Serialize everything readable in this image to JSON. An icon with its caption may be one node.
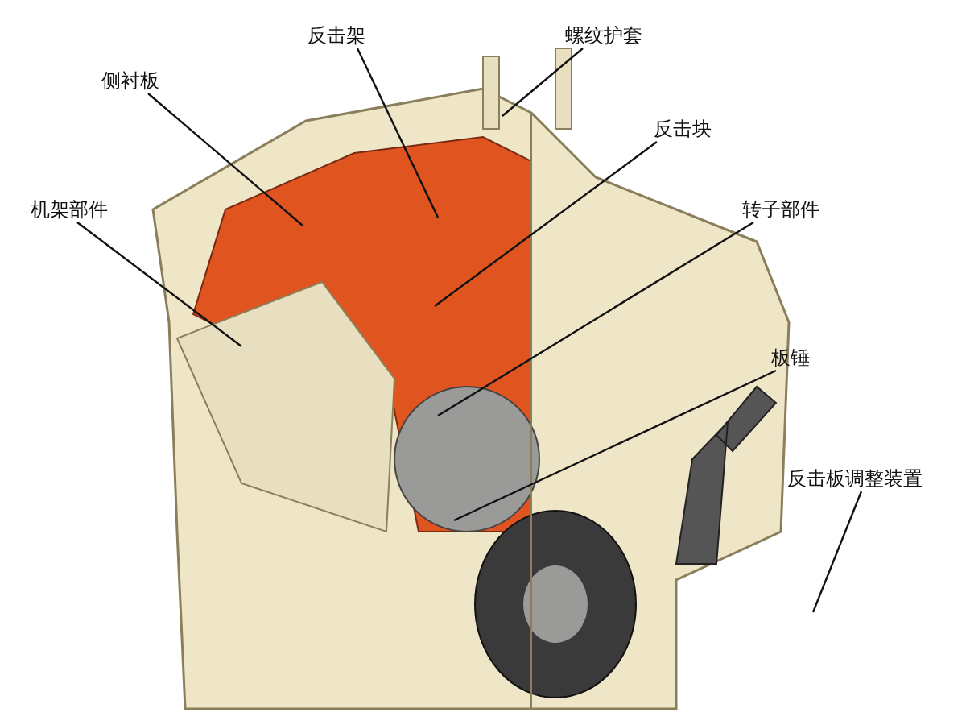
{
  "diagram": {
    "nodes": [
      {
        "text": [
          "反击架"
        ]
      },
      {
        "text": [
          "螺纹护套"
        ]
      },
      {
        "text": [
          "侧衬板"
        ]
      },
      {
        "text": [
          "反击块"
        ]
      },
      {
        "text": [
          "机架部件"
        ]
      },
      {
        "text": [
          "转子部件"
        ]
      },
      {
        "text": [
          "板锤"
        ]
      },
      {
        "text": [
          "反击板调整装置"
        ]
      }
    ],
    "edges": [
      {
        "from": 0,
        "to": null,
        "arrow": "none"
      },
      {
        "from": 1,
        "to": null,
        "arrow": "none"
      },
      {
        "from": 2,
        "to": null,
        "arrow": "none"
      },
      {
        "from": 3,
        "to": null,
        "arrow": "none"
      },
      {
        "from": 4,
        "to": null,
        "arrow": "none"
      },
      {
        "from": 5,
        "to": null,
        "arrow": "none"
      },
      {
        "from": 6,
        "to": null,
        "arrow": "none"
      },
      {
        "from": 7,
        "to": null,
        "arrow": "none"
      }
    ]
  }
}
